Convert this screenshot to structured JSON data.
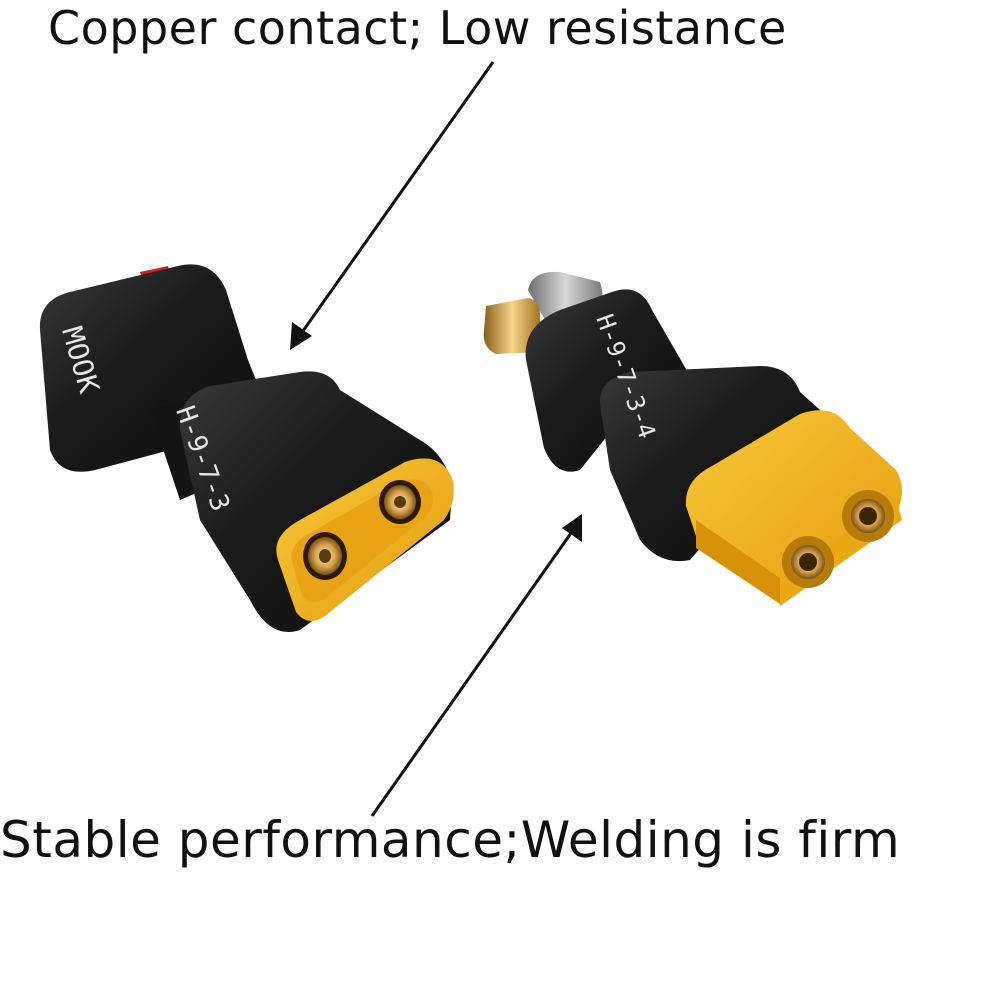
{
  "captions": {
    "top": "Copper contact; Low resistance",
    "bottom": "Stable performance;Welding is firm"
  },
  "connectors": {
    "left": {
      "body_text": "H-9-7-3",
      "side_text": "MOOK"
    },
    "right": {
      "body_text": "H-9-7-3-4"
    }
  },
  "colors": {
    "housing": "#1a1a1a",
    "plug": "#f2b21c",
    "plug_dark": "#c98a0b",
    "metal": "#d9a44a",
    "arrow": "#111111"
  }
}
